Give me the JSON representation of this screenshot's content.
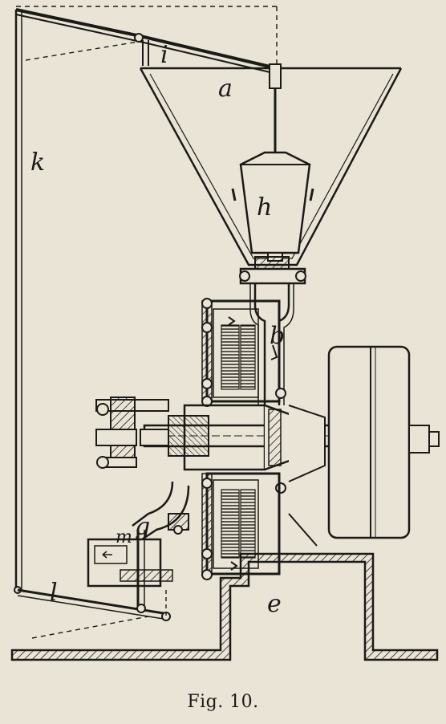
{
  "caption": "Fig. 10.",
  "labels": {
    "a": "a",
    "h": "h",
    "i": "i",
    "k": "k",
    "b": "b",
    "g": "g",
    "m": "m",
    "l": "l",
    "e": "e"
  },
  "colors": {
    "paper": "#e9e4d6",
    "ink": "#1c1a17"
  }
}
